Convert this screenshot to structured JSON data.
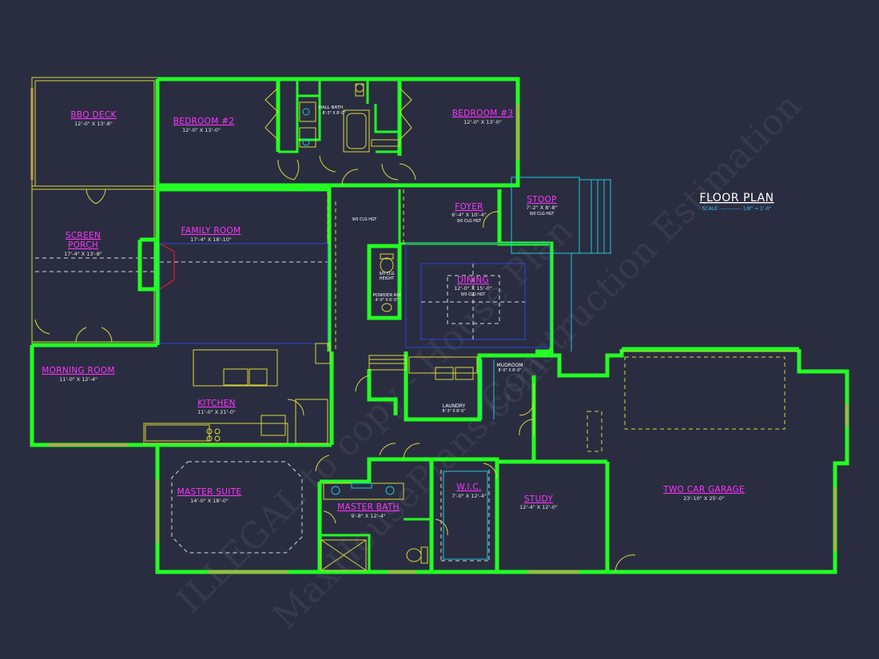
{
  "drawing": {
    "title": "FLOOR PLAN",
    "scale": "SCALE: ------------ 1/8\" = 1'-0\""
  },
  "rooms": {
    "bbq_deck": {
      "name": "BBQ DECK",
      "dim": "12'-0\" X 13'-8\""
    },
    "bedroom2": {
      "name": "BEDROOM #2",
      "dim": "12'-0\" X 13'-0\""
    },
    "hall_bath": {
      "name": "HALL BATH",
      "dim": "8'-3\" X 8'-0\""
    },
    "bedroom3": {
      "name": "BEDROOM #3",
      "dim": "12'-0\" X 13'-0\""
    },
    "screen_porch": {
      "name_line1": "SCREEN",
      "name_line2": "PORCH",
      "dim": "17'-4\" X 13'-8\""
    },
    "family_room": {
      "name": "FAMILY ROOM",
      "dim": "17'-4\" X 18'-10\""
    },
    "foyer": {
      "name": "FOYER",
      "dim": "6'-4\" X 10'-4\"",
      "note": "9/0 CLG HGT"
    },
    "stoop": {
      "name": "STOOP",
      "dim": "7'-2\" X 8'-8\"",
      "note": "9/0 CLG HGT"
    },
    "hall_ceiling_note": "9/0 CLG HGT",
    "dining": {
      "name": "DINING",
      "dim": "12'-0\" X 15'-0\"",
      "note": "9/0 CLG HGT"
    },
    "powder_rm": {
      "note1": "9/0 CLG",
      "note2": "HEIGHT",
      "name": "POWDER RM",
      "dim": "4'-0\" X 6'-0\""
    },
    "morning_room": {
      "name": "MORNING ROOM",
      "dim": "11'-0\" X 12'-4\""
    },
    "kitchen": {
      "name": "KITCHEN",
      "dim": "11'-0\" X 21'-0\""
    },
    "laundry": {
      "name": "LAUNDRY",
      "dim": "8'-3\" X 8'-0\""
    },
    "mudroom": {
      "name": "MUDROOM",
      "dim": "8'-0\" X 8'-0\""
    },
    "master_suite": {
      "name": "MASTER SUITE",
      "dim": "14'-0\" X 18'-0\""
    },
    "master_bath": {
      "name": "MASTER BATH",
      "dim": "9'-8\" X 12'-4\""
    },
    "wic": {
      "name": "W.I.C.",
      "dim": "7'-0\" X 12'-4\""
    },
    "study": {
      "name": "STUDY",
      "dim": "12'-4\" X 12'-0\""
    },
    "garage": {
      "name": "TWO CAR GARAGE",
      "dim": "23'-10\" X 25'-0\""
    }
  },
  "watermark": {
    "line1": "ILLEGAL to copy - House Plan",
    "line2": "MaxHousePlans.com",
    "line3": "Construction Estimation"
  },
  "colors": {
    "background": "#2a2d40",
    "walls": "#22ff22",
    "room_labels": "#ff33ff",
    "fixtures": "#d8d83a",
    "annotations": "#33c8ff"
  }
}
